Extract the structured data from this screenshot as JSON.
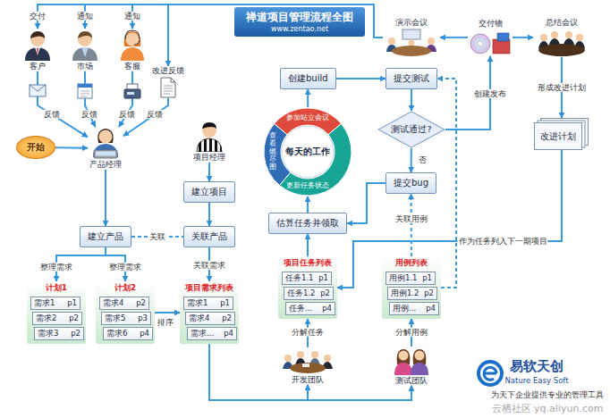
{
  "diagram": {
    "title": "禅道项目管理流程全图",
    "nodes": [
      {
        "text": [
          "客户"
        ]
      },
      {
        "text": [
          "市场"
        ]
      },
      {
        "text": [
          "客服"
        ]
      },
      {
        "text": [
          "演示会议"
        ]
      },
      {
        "text": [
          "交付物"
        ]
      },
      {
        "text": [
          "总结会议"
        ]
      },
      {
        "text": [
          "改进反馈"
        ]
      },
      {
        "text": [
          "开始"
        ]
      },
      {
        "text": [
          "产品经理"
        ]
      },
      {
        "text": [
          "项目经理"
        ]
      },
      {
        "text": [
          "创建build"
        ]
      },
      {
        "text": [
          "提交测试"
        ]
      },
      {
        "text": [
          "每天的工作",
          "参加站立会议",
          "更新任务状态",
          "查看燃尽图"
        ]
      },
      {
        "text": [
          "测试通过?"
        ]
      },
      {
        "text": [
          "改进计划"
        ]
      },
      {
        "text": [
          "提交bug"
        ]
      },
      {
        "text": [
          "建立项目"
        ]
      },
      {
        "text": [
          "估算任务并领取"
        ]
      },
      {
        "text": [
          "建立产品"
        ]
      },
      {
        "text": [
          "关联产品"
        ]
      },
      {
        "text": [
          "项目任务列表"
        ]
      },
      {
        "text": [
          "用例列表"
        ]
      },
      {
        "text": [
          "计划1"
        ]
      },
      {
        "text": [
          "计划2"
        ]
      },
      {
        "text": [
          "项目需求列表"
        ]
      },
      {
        "text": [
          "开发团队"
        ]
      },
      {
        "text": [
          "测试团队"
        ]
      },
      {
        "text": [
          "任务1.1",
          "p1"
        ],
        "in": 20
      },
      {
        "text": [
          "任务1.2",
          "p2"
        ],
        "in": 20
      },
      {
        "text": [
          "任务...",
          "p4"
        ],
        "in": 20
      },
      {
        "text": [
          "用例1.1",
          "p1"
        ],
        "in": 21
      },
      {
        "text": [
          "用例1.2",
          "p2"
        ],
        "in": 21
      },
      {
        "text": [
          "用例...",
          "p4"
        ],
        "in": 21
      },
      {
        "text": [
          "需求1",
          "p1"
        ],
        "in": 22
      },
      {
        "text": [
          "需求2",
          "p2"
        ],
        "in": 22
      },
      {
        "text": [
          "需求3",
          "p2"
        ],
        "in": 22
      },
      {
        "text": [
          "需求4",
          "p2"
        ],
        "in": 23
      },
      {
        "text": [
          "需求5",
          "p3"
        ],
        "in": 23
      },
      {
        "text": [
          "需求6",
          "p4"
        ],
        "in": 23
      },
      {
        "text": [
          "需求1",
          "p1"
        ],
        "in": 24
      },
      {
        "text": [
          "需求4",
          "p2"
        ],
        "in": 24
      },
      {
        "text": [
          "需求...",
          "p4"
        ],
        "in": 24
      }
    ],
    "edges": [
      {
        "from": 3,
        "to": 0,
        "label": "交付",
        "arrow": "to"
      },
      {
        "from": 3,
        "to": 1,
        "label": "通知",
        "arrow": "to"
      },
      {
        "from": 3,
        "to": 2,
        "label": "通知",
        "arrow": "to"
      },
      {
        "from": 3,
        "to": 6,
        "arrow": "to"
      },
      {
        "from": 0,
        "to": 8,
        "label": "反馈",
        "arrow": "to"
      },
      {
        "from": 1,
        "to": 8,
        "label": "反馈",
        "arrow": "to"
      },
      {
        "from": 2,
        "to": 8,
        "label": "反馈",
        "arrow": "to"
      },
      {
        "from": 6,
        "to": 8,
        "label": "反馈",
        "arrow": "to"
      },
      {
        "from": 7,
        "to": 8,
        "arrow": "to"
      },
      {
        "from": 9,
        "to": 16,
        "arrow": "to"
      },
      {
        "from": 16,
        "to": 19,
        "arrow": "to"
      },
      {
        "from": 8,
        "to": 18,
        "arrow": "to"
      },
      {
        "from": 18,
        "to": 19,
        "label": "关联",
        "arrow": "none"
      },
      {
        "from": 18,
        "to": 22,
        "label": "整理需求",
        "arrow": "to"
      },
      {
        "from": 18,
        "to": 23,
        "label": "整理需求",
        "arrow": "to"
      },
      {
        "from": 23,
        "to": 24,
        "label": "排序",
        "arrow": "to"
      },
      {
        "from": 19,
        "to": 24,
        "label": "关联需求",
        "arrow": "to"
      },
      {
        "from": 24,
        "to": 25,
        "arrow": "to"
      },
      {
        "from": 24,
        "to": 26,
        "arrow": "to"
      },
      {
        "from": 25,
        "to": 20,
        "label": "分解任务",
        "arrow": "to"
      },
      {
        "from": 26,
        "to": 21,
        "label": "分解用例",
        "arrow": "to"
      },
      {
        "from": 20,
        "to": 17,
        "arrow": "to"
      },
      {
        "from": 17,
        "to": 12,
        "arrow": "to"
      },
      {
        "from": 12,
        "to": 10,
        "arrow": "to"
      },
      {
        "from": 10,
        "to": 11,
        "arrow": "to"
      },
      {
        "from": 11,
        "to": 13,
        "arrow": "to"
      },
      {
        "from": 13,
        "to": 15,
        "label": "否",
        "arrow": "to"
      },
      {
        "from": 15,
        "to": 17,
        "arrow": "to"
      },
      {
        "from": 21,
        "to": 15,
        "label": "关联用例",
        "arrow": "to"
      },
      {
        "from": 21,
        "to": 11,
        "arrow": "to"
      },
      {
        "from": 13,
        "to": 4,
        "label": "创建发布",
        "arrow": "to"
      },
      {
        "from": 4,
        "to": 3,
        "arrow": "to"
      },
      {
        "from": 4,
        "to": 5,
        "arrow": "to"
      },
      {
        "from": 5,
        "to": 14,
        "label": "形成改进计划",
        "arrow": "to"
      },
      {
        "from": 14,
        "to": 20,
        "label": "作为任务列入下一期项目",
        "arrow": "to"
      }
    ],
    "labels": [
      "www.zentao.net",
      "易软天创",
      "Nature Easy Soft",
      "为天下企业提供专业的管理工具",
      "云栖社区 yq.aliyun.com"
    ]
  }
}
